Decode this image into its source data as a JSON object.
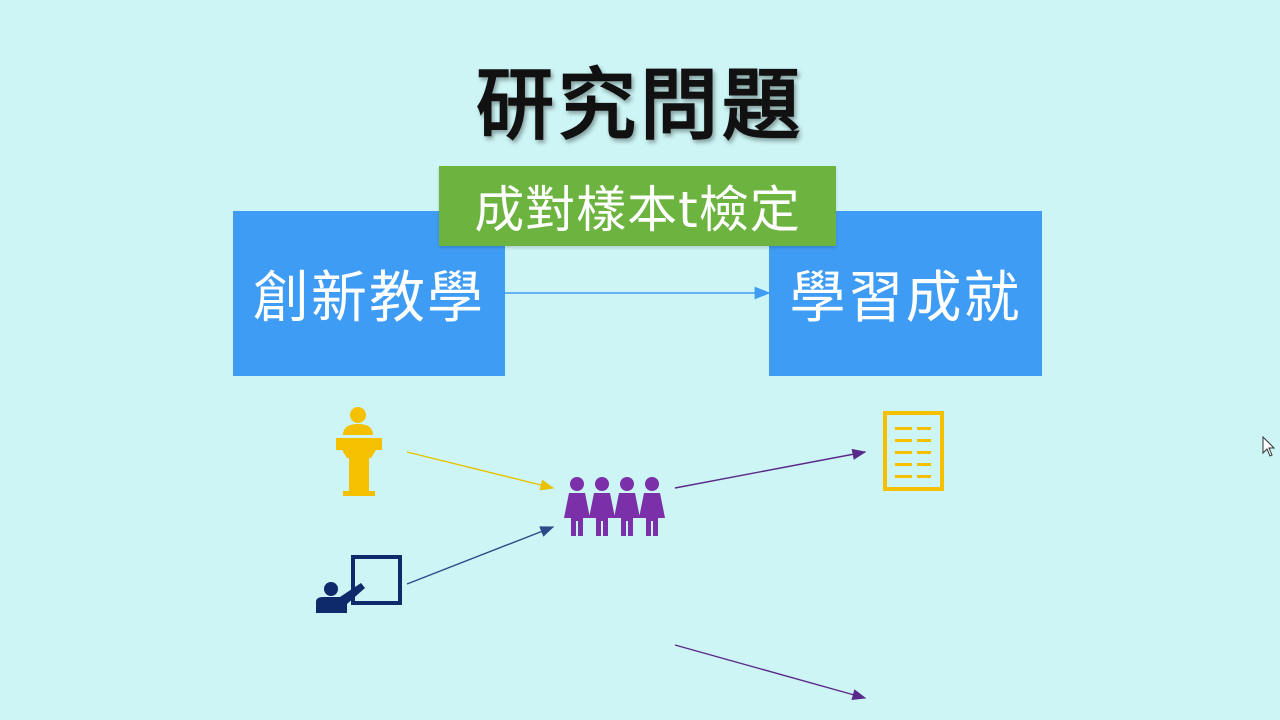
{
  "slide": {
    "title": "研究問題",
    "test_label": "成對樣本t檢定",
    "left_box": "創新教學",
    "right_box": "學習成就"
  },
  "colors": {
    "background": "#cdf5f5",
    "box_blue": "#3f9cf5",
    "label_green": "#6cb33f",
    "podium_yellow": "#f5c000",
    "people_purple": "#7b2fa8",
    "presenter_navy": "#0e2a6b",
    "document_yellow": "#f5c000"
  },
  "icons": {
    "podium": "speaker-podium-icon",
    "presenter": "presentation-board-icon",
    "students": "student-group-icon",
    "document": "document-checklist-icon"
  }
}
